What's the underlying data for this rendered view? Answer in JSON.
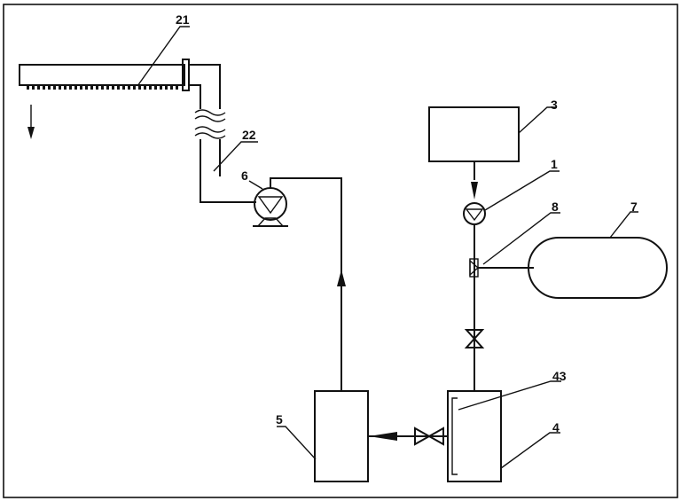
{
  "diagram": {
    "labels": {
      "l21": "21",
      "l22": "22",
      "l6": "6",
      "l3": "3",
      "l1": "1",
      "l8": "8",
      "l7": "7",
      "l43": "43",
      "l5": "5",
      "l4": "4"
    }
  }
}
